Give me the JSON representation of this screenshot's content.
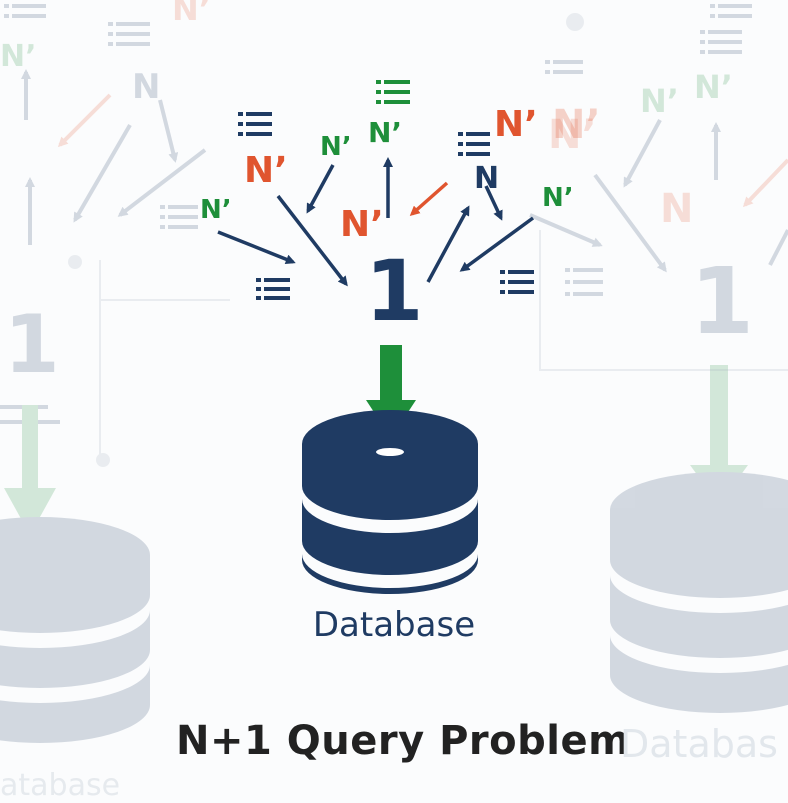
{
  "diagram": {
    "title": "N+1 Query Problem",
    "single_query_label": "1",
    "database_label": "Database",
    "n_label": "N’",
    "n_plain_label": "N",
    "ghost_database_label": "Databas",
    "ghost_database_label_left": "atabase",
    "colors": {
      "green": "#1e8f3a",
      "red": "#e0552f",
      "navy": "#1f3b63",
      "title": "#222222"
    },
    "icons": [
      "list-icon",
      "down-arrow-icon",
      "database-icon"
    ]
  }
}
